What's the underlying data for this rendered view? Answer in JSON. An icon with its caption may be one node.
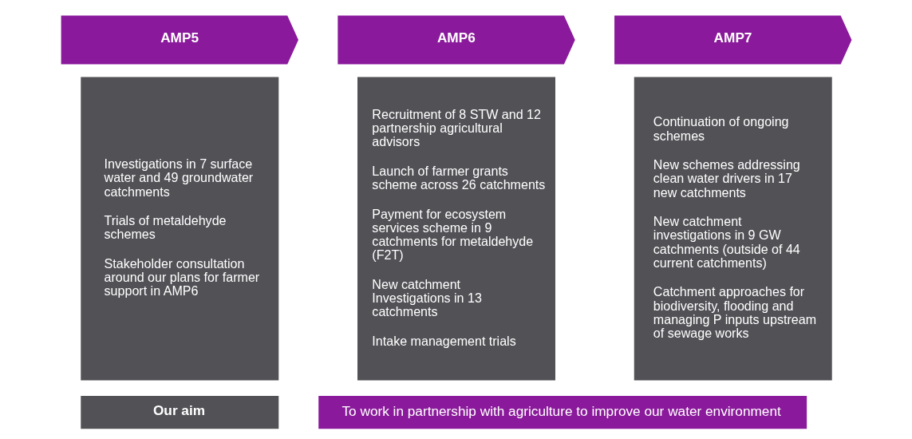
{
  "diagram": {
    "nodes": [
      {
        "text": [
          "AMP5"
        ]
      },
      {
        "text": [
          "Investigations in 7 surface water and 49 groundwater catchments",
          "Trials of metaldehyde schemes",
          "Stakeholder consultation around our plans for farmer support in AMP6"
        ]
      },
      {
        "text": [
          "AMP6"
        ]
      },
      {
        "text": [
          "Recruitment of 8 STW and 12 partnership agricultural advisors",
          "Launch of farmer grants scheme across 26 catchments",
          "Payment for ecosystem services scheme in 9 catchments for metaldehyde (F2T)",
          "New catchment Investigations in 13 catchments",
          "Intake management trials"
        ]
      },
      {
        "text": [
          "AMP7"
        ]
      },
      {
        "text": [
          "Continuation of ongoing schemes",
          "New schemes addressing clean water drivers in 17 new catchments",
          "New catchment investigations in 9 GW catchments (outside of 44 current catchments)",
          "Catchment approaches for biodiversity, flooding and managing P inputs upstream of sewage works"
        ]
      },
      {
        "text": [
          "Our aim"
        ]
      },
      {
        "text": [
          "To work in partnership with agriculture to improve our water environment"
        ]
      }
    ],
    "edges": []
  }
}
